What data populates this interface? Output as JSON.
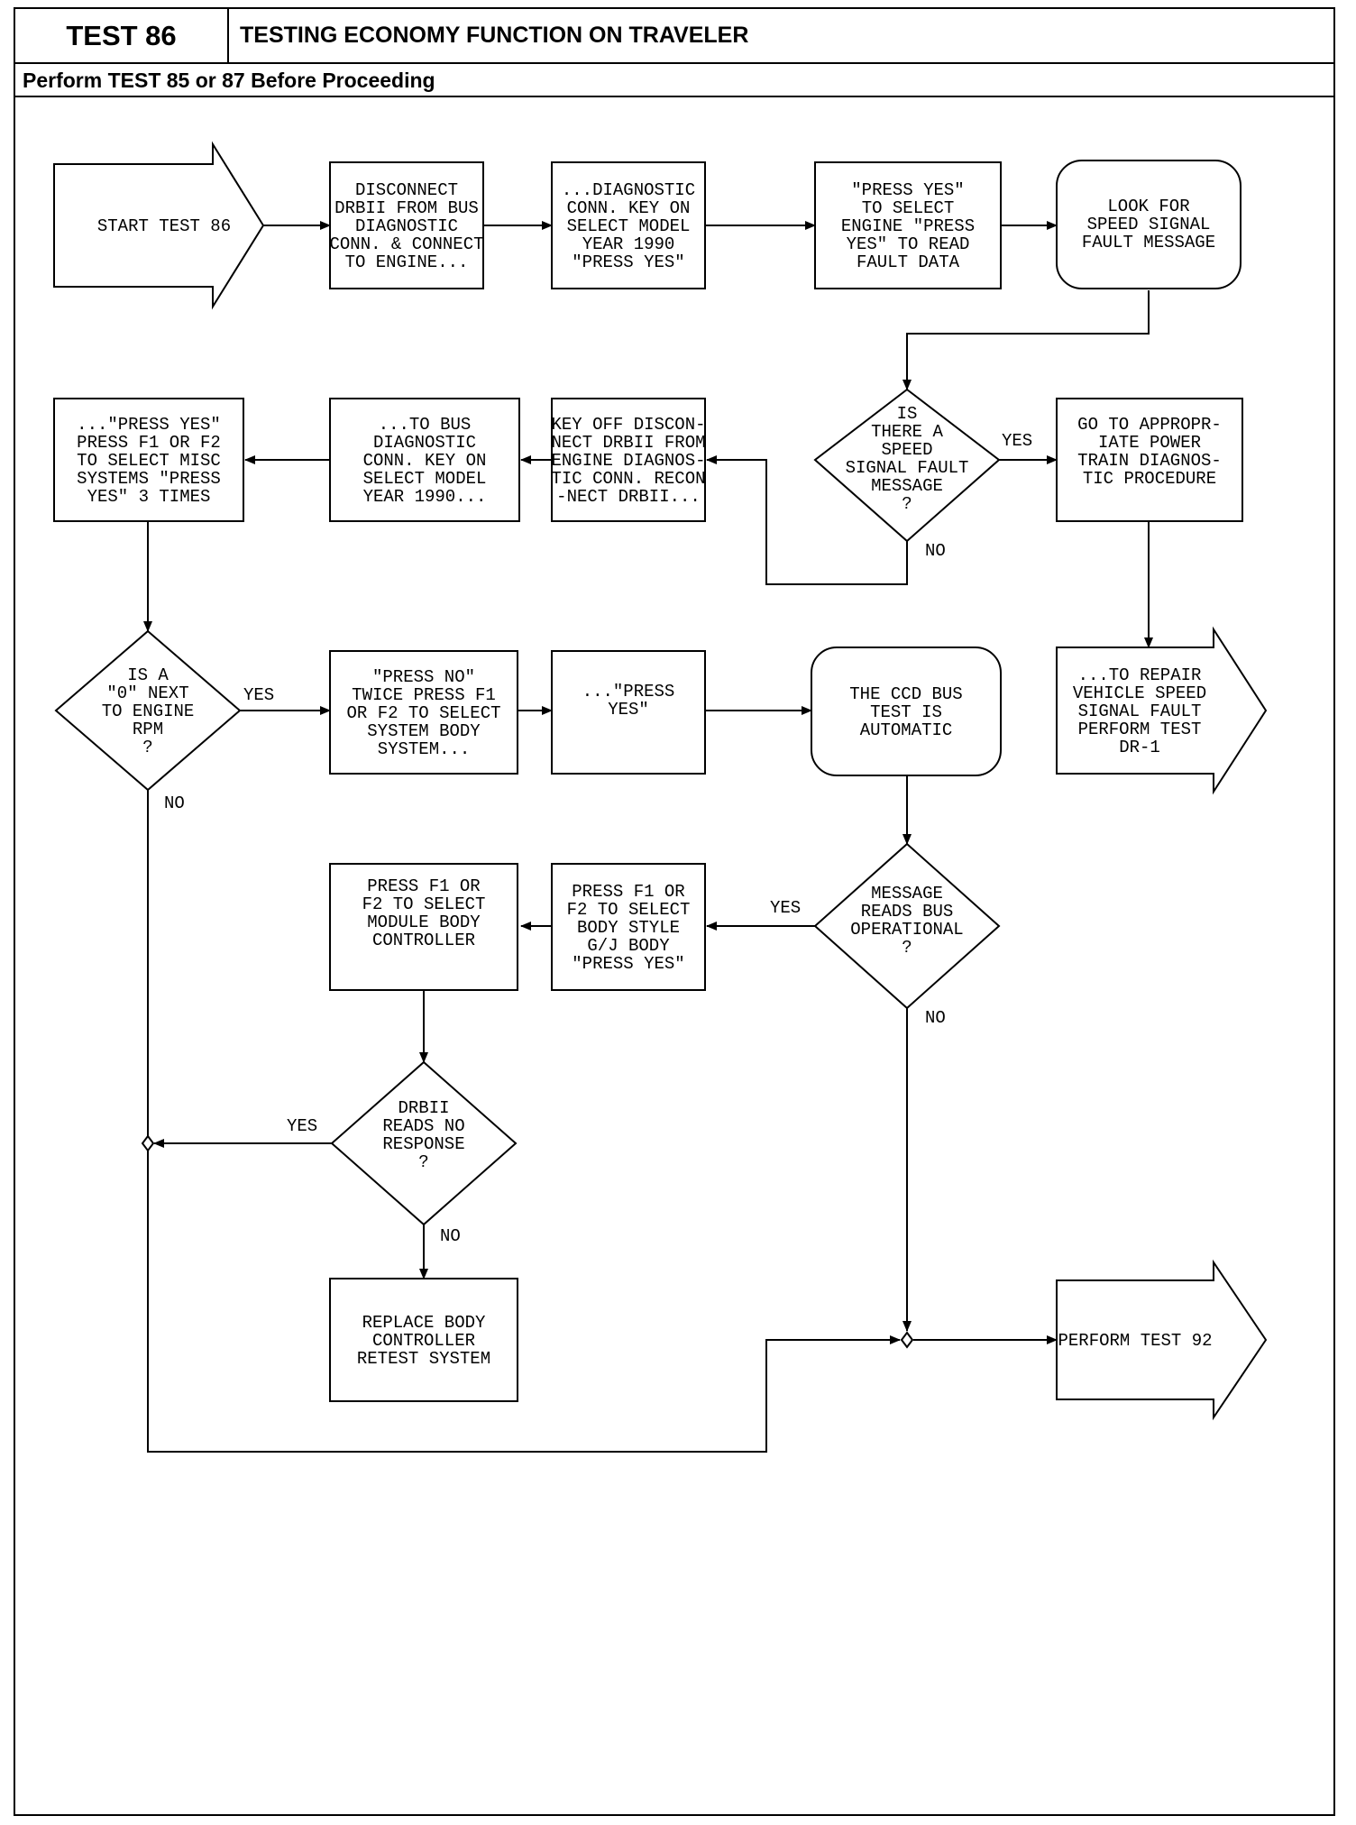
{
  "header": {
    "test_label": "TEST 86",
    "title": "TESTING ECONOMY FUNCTION ON TRAVELER",
    "subtitle": "Perform TEST 85 or 87 Before Proceeding"
  },
  "flowchart": {
    "nodes": {
      "start": [
        "START TEST 86"
      ],
      "disconnect": [
        "DISCONNECT",
        "DRBII FROM BUS",
        "DIAGNOSTIC",
        "CONN. & CONNECT",
        "TO ENGINE..."
      ],
      "diag_conn": [
        "...DIAGNOSTIC",
        "CONN. KEY ON",
        "SELECT MODEL",
        "YEAR 1990",
        "\"PRESS YES\""
      ],
      "select_engine": [
        "\"PRESS YES\"",
        "TO SELECT",
        "ENGINE \"PRESS",
        "YES\" TO READ",
        "FAULT DATA"
      ],
      "look_for": [
        "LOOK FOR",
        "SPEED SIGNAL",
        "FAULT MESSAGE"
      ],
      "speed_fault_q": [
        "IS",
        "THERE A",
        "SPEED",
        "SIGNAL FAULT",
        "MESSAGE",
        "?"
      ],
      "go_to_powertrain": [
        "GO TO APPROPR-",
        "IATE POWER",
        "TRAIN DIAGNOS-",
        "TIC PROCEDURE"
      ],
      "key_off": [
        "KEY OFF DISCON-",
        "NECT DRBII FROM",
        "ENGINE DIAGNOS-",
        "TIC CONN. RECON",
        "-NECT DRBII..."
      ],
      "to_bus": [
        "...TO BUS",
        "DIAGNOSTIC",
        "CONN. KEY ON",
        "SELECT MODEL",
        "YEAR 1990..."
      ],
      "press_yes_misc": [
        "...\"PRESS YES\"",
        "PRESS F1 OR F2",
        "TO SELECT MISC",
        "SYSTEMS \"PRESS",
        "YES\" 3 TIMES"
      ],
      "zero_rpm_q": [
        "IS A",
        "\"0\" NEXT",
        "TO ENGINE",
        "RPM",
        "?"
      ],
      "press_no": [
        "\"PRESS NO\"",
        "TWICE PRESS F1",
        "OR F2 TO SELECT",
        "SYSTEM BODY",
        "SYSTEM..."
      ],
      "press_yes_2": [
        "...\"PRESS",
        "YES\""
      ],
      "ccd_auto": [
        "THE CCD BUS",
        "TEST IS",
        "AUTOMATIC"
      ],
      "repair_speed": [
        "...TO REPAIR",
        "VEHICLE SPEED",
        "SIGNAL FAULT",
        "PERFORM TEST",
        "DR-1"
      ],
      "bus_op_q": [
        "MESSAGE",
        "READS BUS",
        "OPERATIONAL",
        "?"
      ],
      "body_style": [
        "PRESS F1 OR",
        "F2 TO SELECT",
        "BODY STYLE",
        "G/J BODY",
        "\"PRESS YES\""
      ],
      "module_body": [
        "PRESS F1 OR",
        "F2 TO SELECT",
        "MODULE BODY",
        "CONTROLLER"
      ],
      "no_response_q": [
        "DRBII",
        "READS NO",
        "RESPONSE",
        "?"
      ],
      "replace_body": [
        "REPLACE BODY",
        "CONTROLLER",
        "RETEST SYSTEM"
      ],
      "perform_92": [
        "PERFORM TEST 92"
      ]
    },
    "branch_labels": {
      "speed_fault_yes": "YES",
      "speed_fault_no": "NO",
      "zero_rpm_yes": "YES",
      "zero_rpm_no": "NO",
      "bus_op_yes": "YES",
      "bus_op_no": "NO",
      "no_response_yes": "YES",
      "no_response_no": "NO"
    }
  }
}
